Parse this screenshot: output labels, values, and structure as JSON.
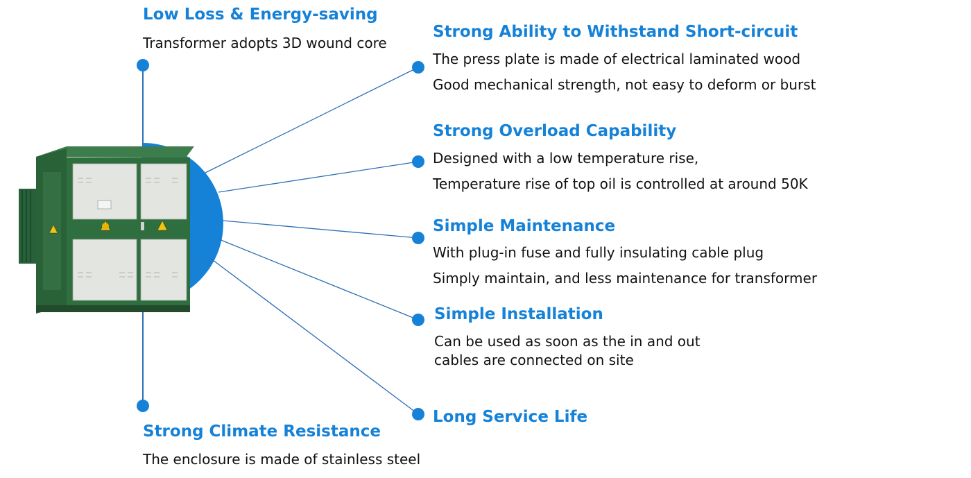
{
  "colors": {
    "accent": "#1582d8",
    "line": "#2d6fb4",
    "text": "#111111",
    "enclosure_green": "#2f6e3f",
    "panel": "#e3e5e1"
  },
  "product_image": {
    "subject": "green box-type transformer substation with cabinet doors and warning labels"
  },
  "features": [
    {
      "title": "Low Loss & Energy-saving",
      "lines": [
        "Transformer adopts 3D wound core"
      ]
    },
    {
      "title": "Strong Ability to Withstand Short-circuit",
      "lines": [
        "The press plate is made of electrical laminated wood",
        "Good mechanical strength, not easy to deform or burst"
      ]
    },
    {
      "title": "Strong Overload Capability",
      "lines": [
        "Designed with a low temperature rise,",
        "Temperature rise of top oil is controlled at around 50K"
      ]
    },
    {
      "title": "Simple Maintenance",
      "lines": [
        "With plug-in fuse and fully insulating cable plug",
        "Simply maintain, and less maintenance for transformer"
      ]
    },
    {
      "title": "Simple Installation",
      "lines": [
        "Can be used as soon as the in and out",
        "cables are connected on site"
      ]
    },
    {
      "title": "Long Service Life",
      "lines": []
    },
    {
      "title": "Strong Climate Resistance",
      "lines": [
        "The enclosure is made of stainless steel"
      ]
    }
  ]
}
